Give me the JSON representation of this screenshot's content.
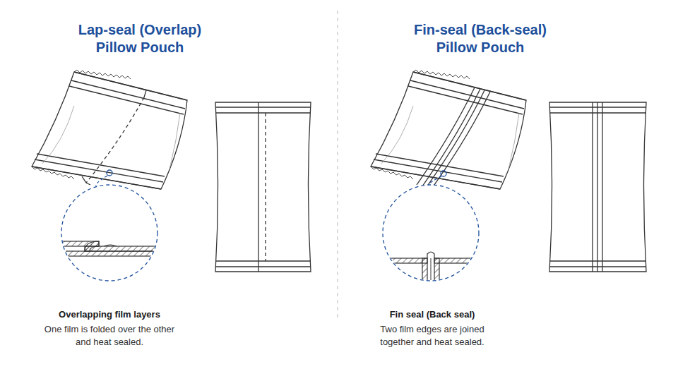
{
  "diagram": {
    "labels": [
      "Lap-seal (Overlap) Pillow Pouch",
      "Overlapping film layers",
      "One film is folded over the other and heat sealed.",
      "Fin-seal (Back-seal) Pillow Pouch",
      "Fin seal (Back seal)",
      "Two film edges are joined together and heat sealed."
    ]
  }
}
